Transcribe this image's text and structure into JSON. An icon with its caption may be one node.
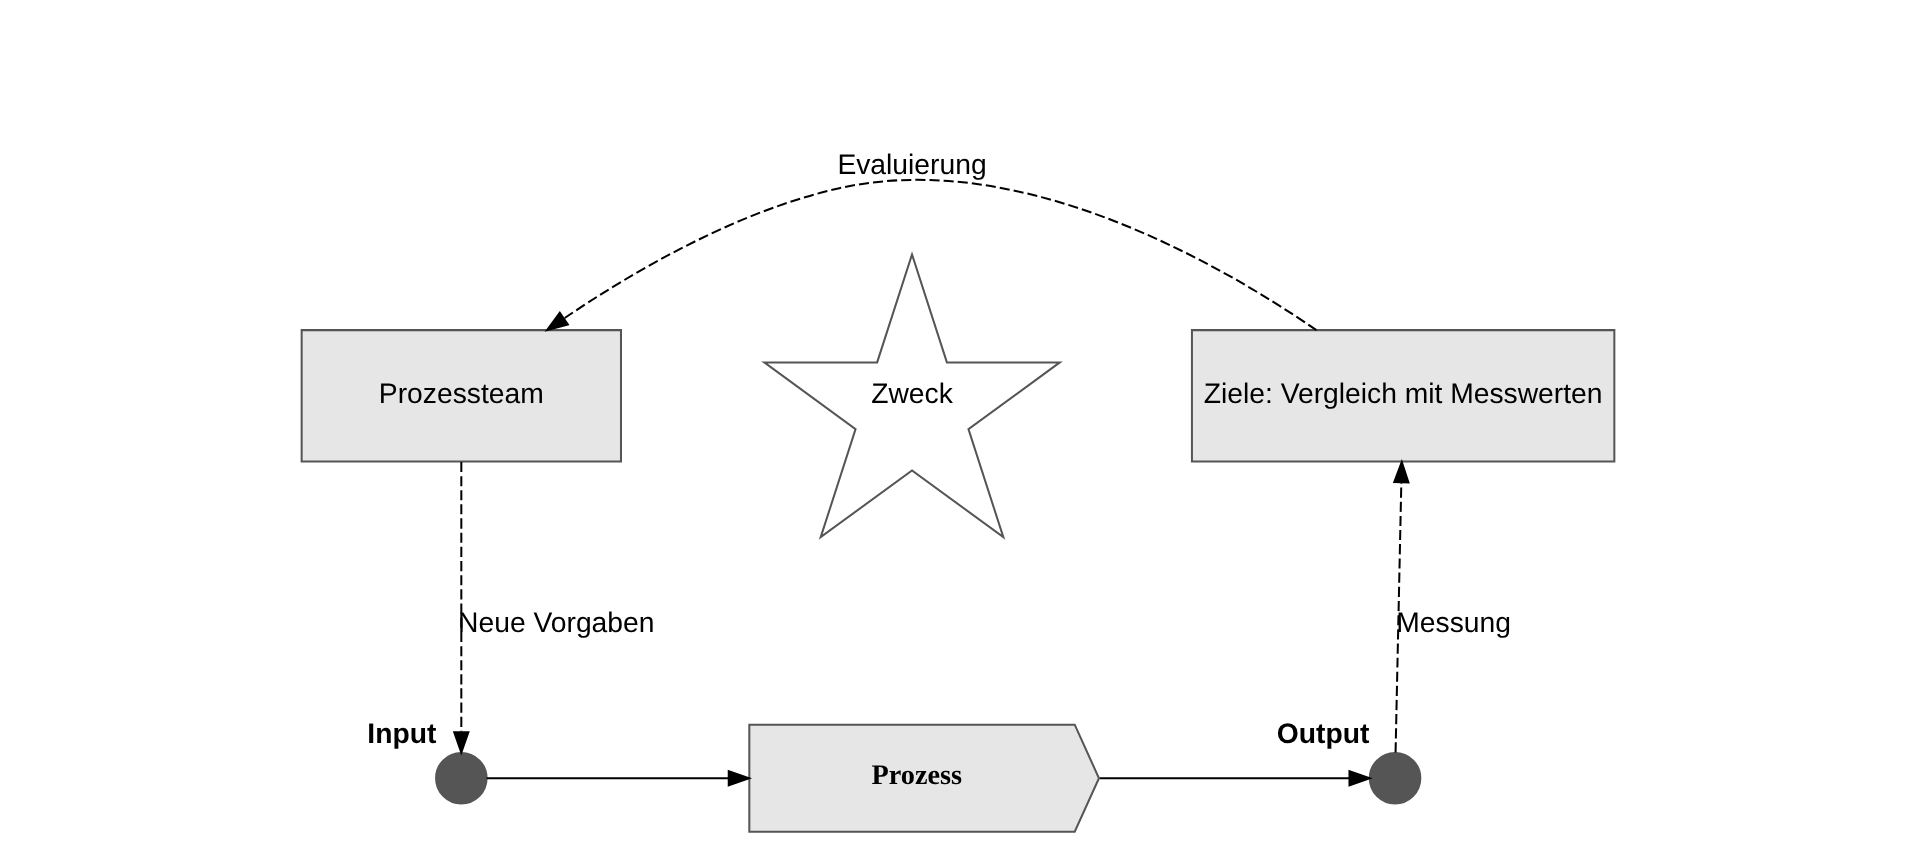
{
  "diagram": {
    "nodes": [
      {
        "text": [
          "Prozessteam"
        ]
      },
      {
        "text": [
          "Ziele: Vergleich mit Messwerten"
        ]
      },
      {
        "text": [],
        "shape": "circle",
        "beside": [
          "Input"
        ]
      },
      {
        "text": [
          "Prozess"
        ]
      },
      {
        "text": [
          "Zweck"
        ]
      },
      {
        "text": [],
        "shape": "circle",
        "beside": [
          "Output"
        ]
      }
    ],
    "edges": [
      {
        "from": 1,
        "to": 0,
        "arrow": "to",
        "label": "Evaluierung",
        "style": "dashed"
      },
      {
        "from": 0,
        "to": 2,
        "arrow": "to",
        "label": "Neue Vorgaben",
        "style": "dashed"
      },
      {
        "from": 2,
        "to": 3,
        "arrow": "to"
      },
      {
        "from": 3,
        "to": 5,
        "arrow": "to"
      },
      {
        "from": 5,
        "to": 1,
        "arrow": "to",
        "label": "Messung",
        "style": "dashed"
      }
    ]
  }
}
